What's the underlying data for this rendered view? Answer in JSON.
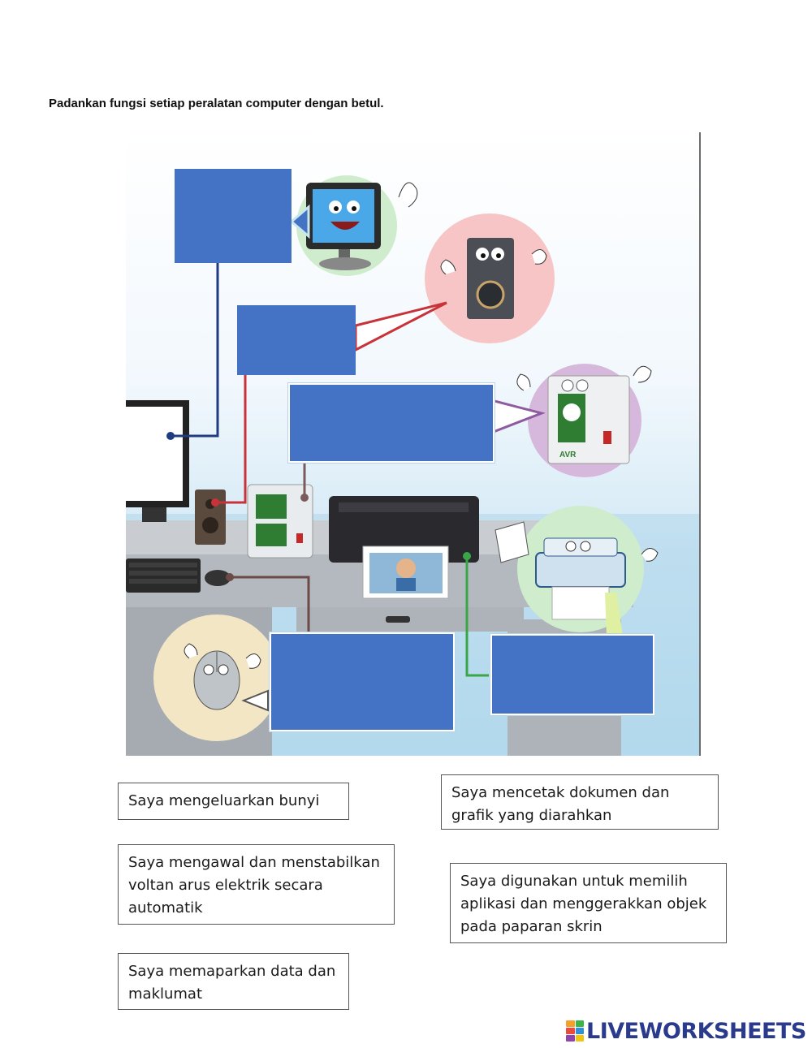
{
  "instruction": "Padankan fungsi setiap peralatan computer dengan betul.",
  "options": [
    {
      "id": "bunyi",
      "text": "Saya mengeluarkan bunyi"
    },
    {
      "id": "cetak",
      "text": "Saya mencetak dokumen dan grafik yang diarahkan"
    },
    {
      "id": "voltan",
      "text": "Saya mengawal dan menstabilkan voltan arus elektrik secara automatik"
    },
    {
      "id": "tetikus",
      "text": "Saya digunakan untuk memilih aplikasi dan menggerakkan objek pada paparan skrin"
    },
    {
      "id": "paparan",
      "text": "Saya memaparkan data dan maklumat"
    }
  ],
  "avr_label": "AVR",
  "logo": {
    "text": "LIVEWORKSHEETS",
    "mark_letters": "LIVE"
  },
  "colors": {
    "answer_box": "#4472c4",
    "line_monitor": "#1f3b82",
    "line_speaker": "#c8333a",
    "line_avr": "#7a5a5a",
    "line_mouse": "#6b4a48",
    "line_printer": "#3aa648",
    "logo_text": "#2a3a8c"
  },
  "icons": [
    "monitor-icon",
    "speaker-icon",
    "avr-icon",
    "printer-icon",
    "mouse-icon",
    "keyboard-icon"
  ]
}
